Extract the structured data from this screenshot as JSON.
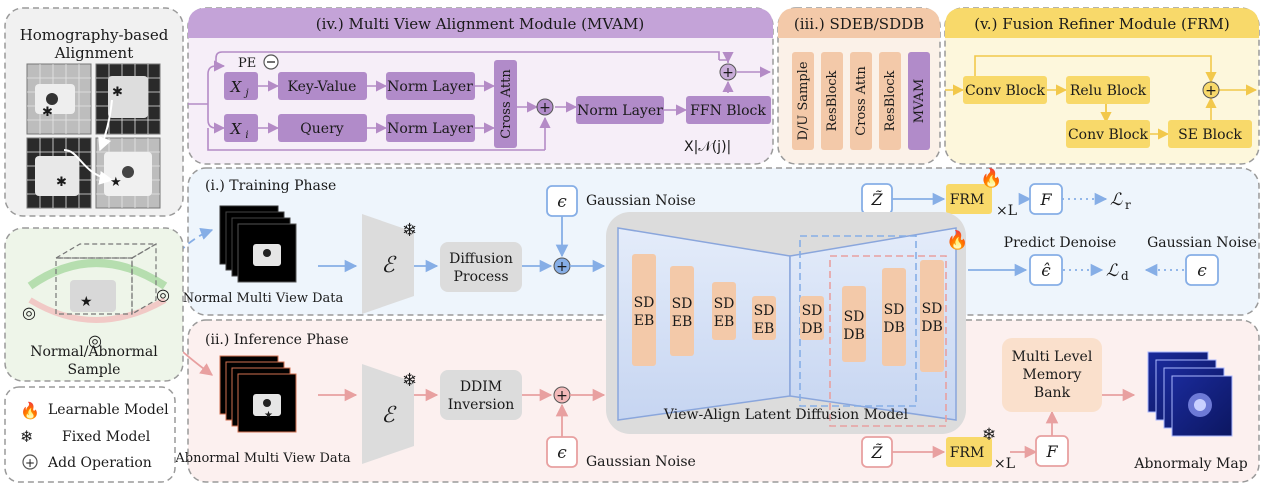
{
  "homography": {
    "title_l1": "Homography-based",
    "title_l2": "Alignment"
  },
  "mvam": {
    "title": "(iv.) Multi View Alignment Module  (MVAM)",
    "pe": "PE",
    "xj": "X",
    "xj_sub": "j",
    "xi": "X",
    "xi_sub": "i",
    "key_value": "Key-Value",
    "query": "Query",
    "norm_layer": "Norm Layer",
    "cross_attn": "Cross Attn",
    "ffn": "FFN Block",
    "nj": "X|𝒩(j)|"
  },
  "sdeb": {
    "title": "(iii.) SDEB/SDDB",
    "blocks": [
      "D/U Sample",
      "ResBlock",
      "Cross Attn",
      "ResBlock",
      "MVAM"
    ]
  },
  "frm": {
    "title": "(v.) Fusion Refiner Module (FRM)",
    "conv": "Conv Block",
    "relu": "Relu Block",
    "se": "SE Block"
  },
  "training": {
    "title": "(i.)  Training Phase",
    "data_label": "Normal Multi View Data",
    "encoder": "ℰ",
    "diffusion_l1": "Diffusion",
    "diffusion_l2": "Process",
    "eps": "ϵ",
    "noise": "Gaussian Noise",
    "z": "Z̃",
    "frm": "FRM",
    "times_l": "×L",
    "f": "F",
    "loss_r": "ℒ",
    "loss_r_sub": "r",
    "predict": "Predict Denoise",
    "eps_hat": "ϵ̂",
    "loss_d": "ℒ",
    "loss_d_sub": "d",
    "noise2": "Gaussian Noise",
    "eps2": "ϵ"
  },
  "unet": {
    "label": "View-Align Latent Diffusion Model",
    "encoders": [
      [
        "SD",
        "EB"
      ],
      [
        "SD",
        "EB"
      ],
      [
        "SD",
        "EB"
      ],
      [
        "SD",
        "EB"
      ]
    ],
    "decoders": [
      [
        "SD",
        "DB"
      ],
      [
        "SD",
        "DB"
      ],
      [
        "SD",
        "DB"
      ],
      [
        "SD",
        "DB"
      ]
    ]
  },
  "inference": {
    "title": "(ii.) Inference Phase",
    "data_label": "Abnormal Multi View Data",
    "encoder": "ℰ",
    "ddim_l1": "DDIM",
    "ddim_l2": "Inversion",
    "eps": "ϵ",
    "noise": "Gaussian Noise",
    "z": "Z̃",
    "frm": "FRM",
    "times_l": "×L",
    "f": "F",
    "memory_l1": "Multi Level",
    "memory_l2": "Memory",
    "memory_l3": "Bank",
    "map_label": "Abnormaly Map"
  },
  "sample": {
    "label_l1": "Normal/Abnormal",
    "label_l2": "Sample"
  },
  "legend": {
    "learnable": "Learnable Model",
    "fixed": "Fixed Model",
    "add": "Add Operation"
  },
  "colors": {
    "purple": "#b18bc9",
    "peach": "#f3c9a9",
    "yellow": "#f8d96a",
    "blue_line": "#86aee6",
    "pink_line": "#e8a0a0"
  }
}
